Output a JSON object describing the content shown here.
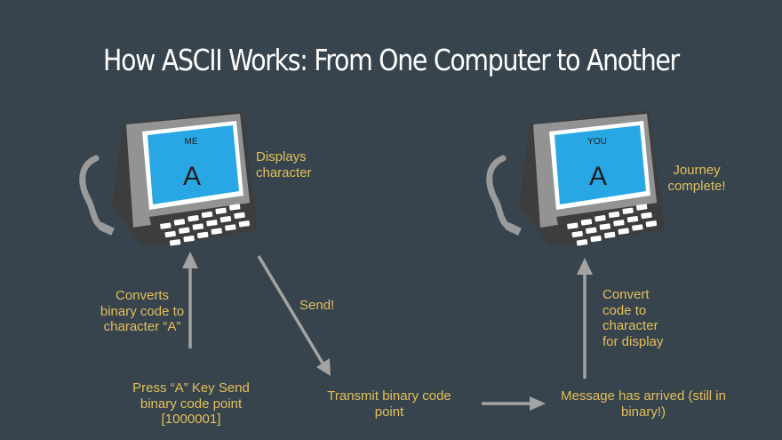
{
  "title": "How ASCII Works: From One Computer to Another",
  "computer_left": {
    "screen_small": "ME",
    "screen_char": "A",
    "label": "Displays character"
  },
  "computer_right": {
    "screen_small": "YOU",
    "screen_char": "A",
    "label": "Journey complete!"
  },
  "steps": {
    "press": "Press “A” Key Send binary code point [1000001]",
    "converts": "Converts binary code to character “A”",
    "send": "Send!",
    "transmit": "Transmit binary code point",
    "arrived": "Message has arrived (still in binary!)",
    "convert_display": "Convert code to character for display"
  },
  "colors": {
    "background": "#37444d",
    "label": "#e3bf5b",
    "screen": "#29a7e4",
    "arrow": "#a3a3a3"
  }
}
